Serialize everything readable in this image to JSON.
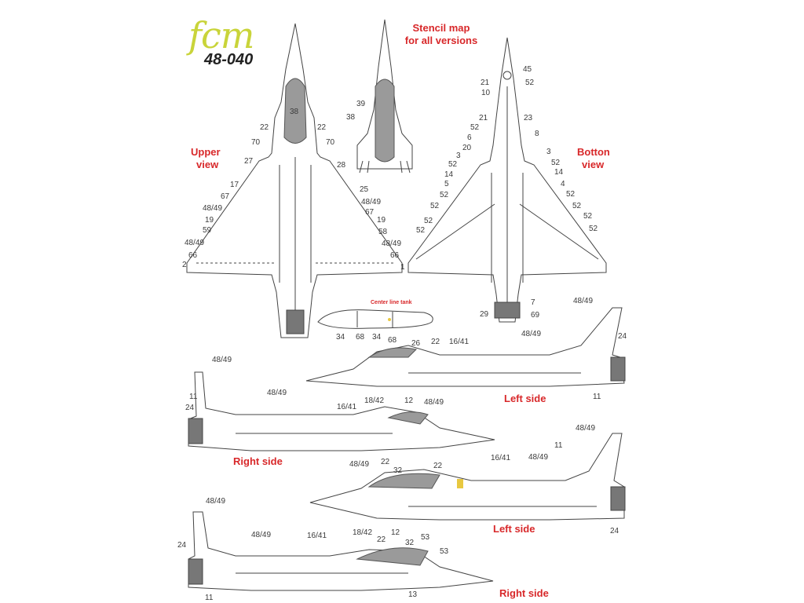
{
  "logo": {
    "brand": "fcm",
    "code": "48-040"
  },
  "headline": {
    "line1": "Stencil map",
    "line2": "for all versions"
  },
  "captions": {
    "upper_view_1": "Upper",
    "upper_view_2": "view",
    "bottom_view_1": "Botton",
    "bottom_view_2": "view",
    "center_line_tank": "Center line tank",
    "left_side_a": "Left side",
    "right_side_a": "Right side",
    "left_side_b": "Left side",
    "right_side_b": "Right side"
  },
  "colors": {
    "caption": "#d8282a",
    "logo_brand": "#c9d43a",
    "line": "#444444",
    "canopy": "#9a9a9a"
  },
  "upper_view_labels": [
    "38",
    "22",
    "22",
    "70",
    "70",
    "27",
    "28",
    "17",
    "25",
    "67",
    "48/49",
    "48/49",
    "19",
    "19",
    "59",
    "58",
    "67",
    "48/49",
    "48/49",
    "66",
    "66",
    "2",
    "1"
  ],
  "front_view_labels": [
    "39",
    "38"
  ],
  "bottom_view_labels": [
    "45",
    "21",
    "52",
    "10",
    "21",
    "23",
    "52",
    "6",
    "8",
    "20",
    "3",
    "3",
    "52",
    "52",
    "14",
    "14",
    "5",
    "4",
    "52",
    "52",
    "52",
    "52",
    "52",
    "52",
    "52",
    "52",
    "7",
    "29",
    "69"
  ],
  "tank_labels": [
    "34",
    "68",
    "34",
    "68"
  ],
  "left_side_a_labels": [
    "48/49",
    "48/49",
    "24",
    "26",
    "22",
    "16/41",
    "18/42",
    "12",
    "48/49",
    "11"
  ],
  "right_side_a_labels": [
    "48/49",
    "48/49",
    "11",
    "24",
    "16/41",
    "48/49",
    "22"
  ],
  "left_side_b_labels": [
    "48/49",
    "48/49",
    "11",
    "16/41",
    "32",
    "22",
    "18/42",
    "12",
    "53",
    "24"
  ],
  "right_side_b_labels": [
    "48/49",
    "24",
    "48/49",
    "16/41",
    "22",
    "32",
    "53",
    "11",
    "13"
  ]
}
